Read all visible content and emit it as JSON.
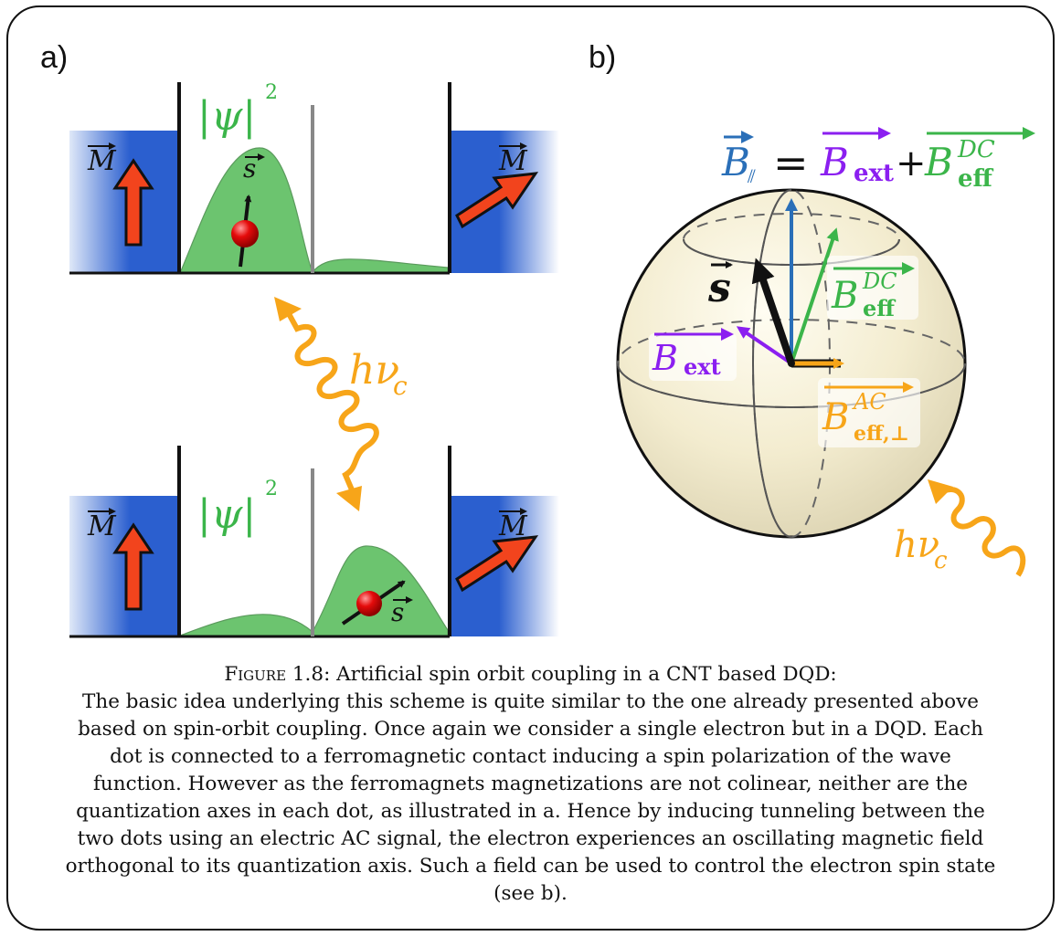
{
  "panel_a": {
    "label": "a)",
    "psi": "|ψ|",
    "psi_exp": "2",
    "magnet": "M",
    "spin": "s",
    "photon": "hν",
    "photon_sub": "c"
  },
  "panel_b": {
    "label": "b)",
    "eq_lhs": "B",
    "eq_lhs_sub": "⫽",
    "eq_equals": "=",
    "eq_ext": "B",
    "eq_ext_sub": "ext",
    "eq_plus": "+",
    "eq_eff": "B",
    "eq_eff_sup": "DC",
    "eq_eff_sub": "eff",
    "spin": "s",
    "bdc": "B",
    "bdc_sup": "DC",
    "bdc_sub": "eff",
    "bext": "B",
    "bext_sub": "ext",
    "bac": "B",
    "bac_sup": "AC",
    "bac_sub": "eff,⊥",
    "photon": "hν",
    "photon_sub": "c"
  },
  "colors": {
    "magnet": "#2b5fcf",
    "wave": "#6cc46f",
    "green": "#3bb54a",
    "purple": "#8b1ff0",
    "orange": "#f7a519",
    "arrow": "#f2441d",
    "blue": "#2a6fb8",
    "sphere": "#f3eccf"
  },
  "caption": {
    "label": "Figure 1.8:",
    "title": "Artificial spin orbit coupling in a CNT based DQD:",
    "body": "The basic idea underlying this scheme is quite similar to the one already presented above based on spin-orbit coupling. Once again we consider a single electron but in a DQD. Each dot is connected to a ferromagnetic contact inducing a spin polarization of the wave function. However as the ferromagnets magnetizations are not colinear, neither are the quantization axes in each dot, as illustrated in a. Hence by inducing tunneling between the two dots using an electric AC signal, the electron experiences an oscillating magnetic field orthogonal to its quantization axis. Such a field can be used to control the electron spin state (see b)."
  }
}
